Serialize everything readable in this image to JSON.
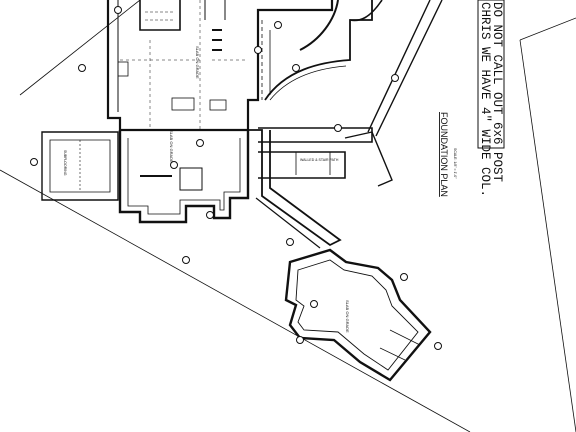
{
  "plan": {
    "title": "FOUNDATION PLAN",
    "title_scale_note": "SCALE: 1/8\" = 1'-0\"",
    "note_line1": "CHRIS WE HAVE 4\" WIDE COL.",
    "note_line2": "DO NOT CALL OUT 6x6 POST",
    "slab_main": "SLAB ON GRADE",
    "slab_left": "SLAB ON GRADE",
    "slab_bottom": "SLAB ON GRADE",
    "subflooring": "SUBFLOORING",
    "walkway_label": "WALLED & STAIR PATH",
    "colors": {
      "line": "#111111",
      "paper": "#ffffff"
    }
  }
}
